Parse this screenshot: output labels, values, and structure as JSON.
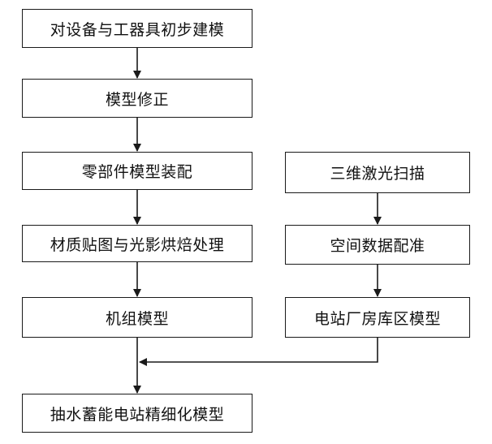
{
  "nodes": {
    "initial_modeling": "对设备与工器具初步建模",
    "model_correction": "模型修正",
    "parts_assembly": "零部件模型装配",
    "material_lighting": "材质贴图与光影烘焙处理",
    "unit_model": "机组模型",
    "laser_scanning": "三维激光扫描",
    "spatial_registration": "空间数据配准",
    "station_area_model": "电站厂房库区模型",
    "final_model": "抽水蓄能电站精细化模型"
  },
  "colors": {
    "line": "#1a1a1a",
    "box_border": "#1a1a1a",
    "text": "#111111",
    "background": "#ffffff"
  }
}
